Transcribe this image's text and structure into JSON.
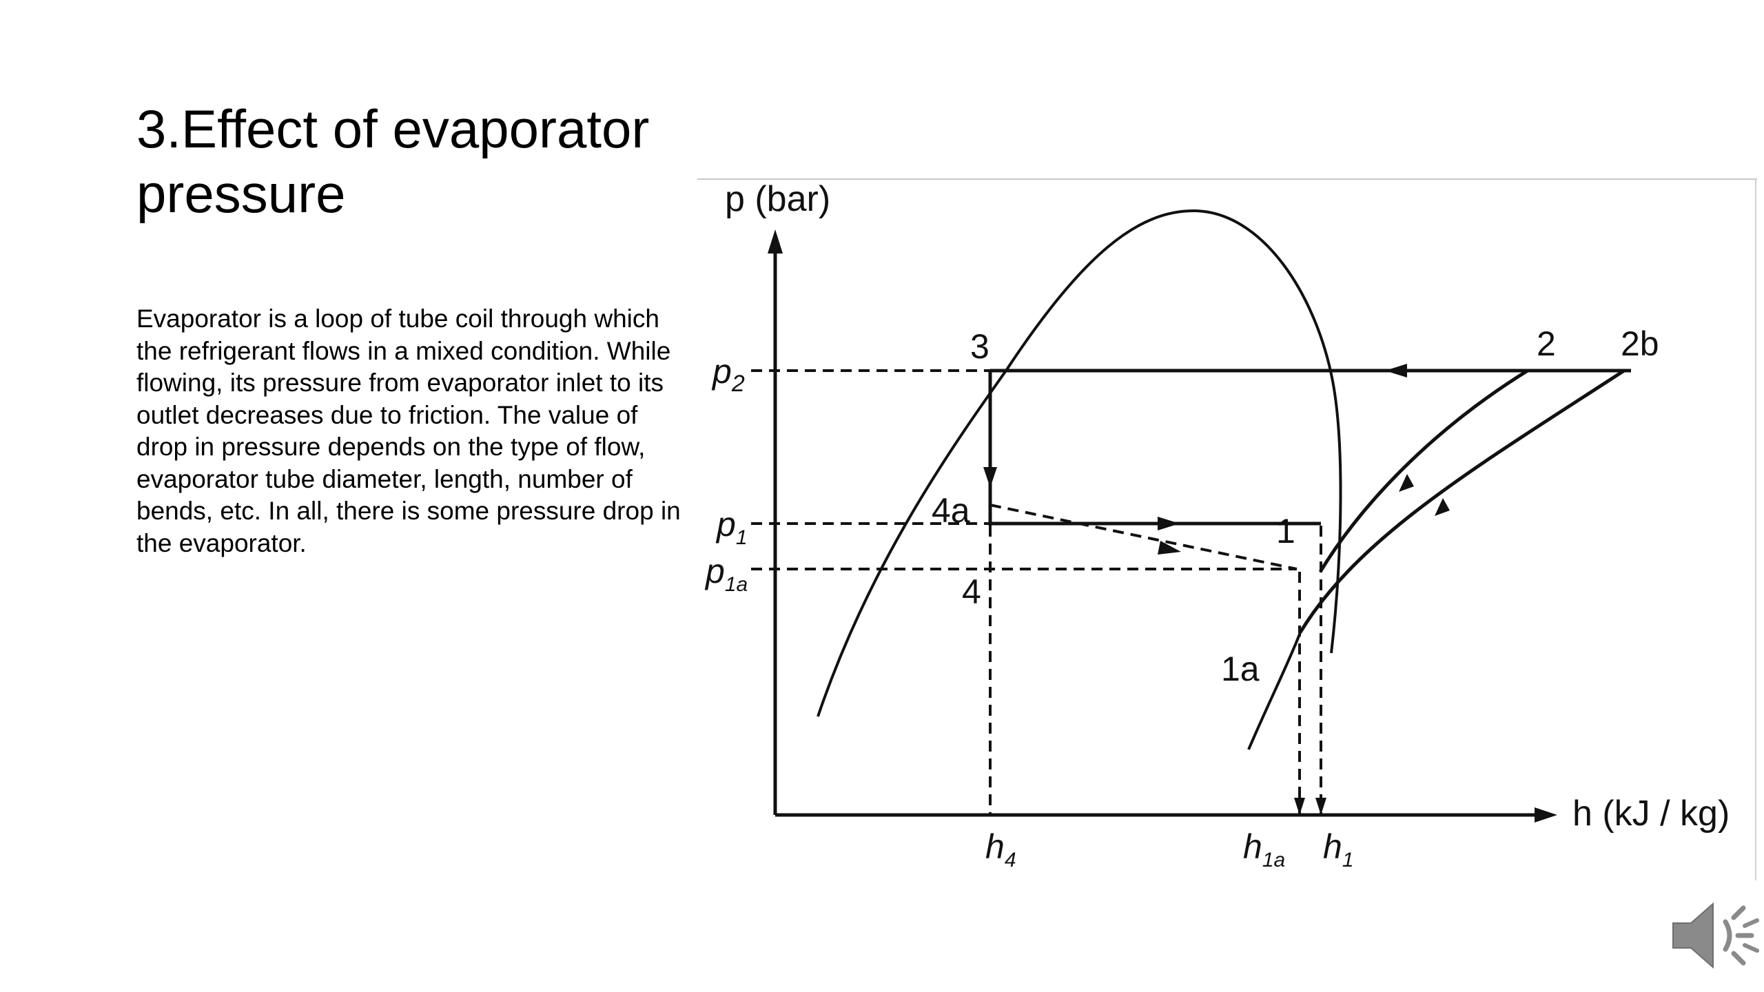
{
  "slide": {
    "title": "3.Effect of evaporator pressure",
    "body": "Evaporator is a loop of tube coil through which the refrigerant flows in a mixed condition. While flowing, its pressure from evaporator inlet to its outlet decreases due to friction. The value of drop in pressure depends on the type of flow, evaporator tube diameter, length, number of bends, etc. In all, there is some pressure drop in the evaporator."
  },
  "diagram": {
    "y_axis_label": "p (bar)",
    "x_axis_label": "h (kJ / kg)",
    "pressure_labels": {
      "p2": "p",
      "p2_sub": "2",
      "p1": "p",
      "p1_sub": "1",
      "p1a": "p",
      "p1a_sub": "1a"
    },
    "enthalpy_labels": {
      "h4": "h",
      "h4_sub": "4",
      "h1a": "h",
      "h1a_sub": "1a",
      "h1": "h",
      "h1_sub": "1"
    },
    "state_points": {
      "s3": "3",
      "s2": "2",
      "s2b": "2b",
      "s4a": "4a",
      "s4": "4",
      "s1": "1",
      "s1a": "1a"
    }
  },
  "controls": {
    "audio_icon": "speaker-icon"
  },
  "colors": {
    "background": "#ffffff",
    "ink": "#111111",
    "icon": "#8a8a8a"
  }
}
